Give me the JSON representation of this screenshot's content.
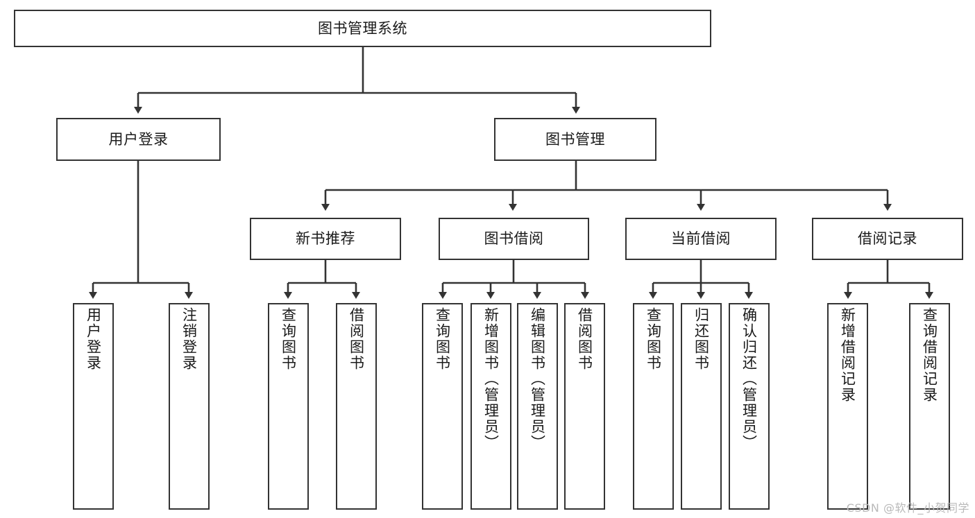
{
  "diagram": {
    "title": "图书管理系统",
    "root": {
      "label": "图书管理系统"
    },
    "level2": [
      {
        "label": "用户登录"
      },
      {
        "label": "图书管理"
      }
    ],
    "level3": [
      {
        "label": "新书推荐"
      },
      {
        "label": "图书借阅"
      },
      {
        "label": "当前借阅"
      },
      {
        "label": "借阅记录"
      }
    ],
    "leaves": [
      {
        "label": "用户登录",
        "parent": "用户登录"
      },
      {
        "label": "注销登录",
        "parent": "用户登录"
      },
      {
        "label": "查询图书",
        "parent": "新书推荐"
      },
      {
        "label": "借阅图书",
        "parent": "新书推荐"
      },
      {
        "label": "查询图书",
        "parent": "图书借阅"
      },
      {
        "label": "新增图书（管理员）",
        "parent": "图书借阅"
      },
      {
        "label": "编辑图书（管理员）",
        "parent": "图书借阅"
      },
      {
        "label": "借阅图书",
        "parent": "图书借阅"
      },
      {
        "label": "查询图书",
        "parent": "当前借阅"
      },
      {
        "label": "归还图书",
        "parent": "当前借阅"
      },
      {
        "label": "确认归还（管理员）",
        "parent": "当前借阅"
      },
      {
        "label": "新增借阅记录",
        "parent": "借阅记录"
      },
      {
        "label": "查询借阅记录",
        "parent": "借阅记录"
      }
    ]
  },
  "watermark": {
    "text": "CSDN @软件_小贺同学"
  },
  "colors": {
    "stroke": "#333333",
    "fill": "#ffffff",
    "text": "#1a1a1a",
    "watermark": "#b9b9b9"
  }
}
